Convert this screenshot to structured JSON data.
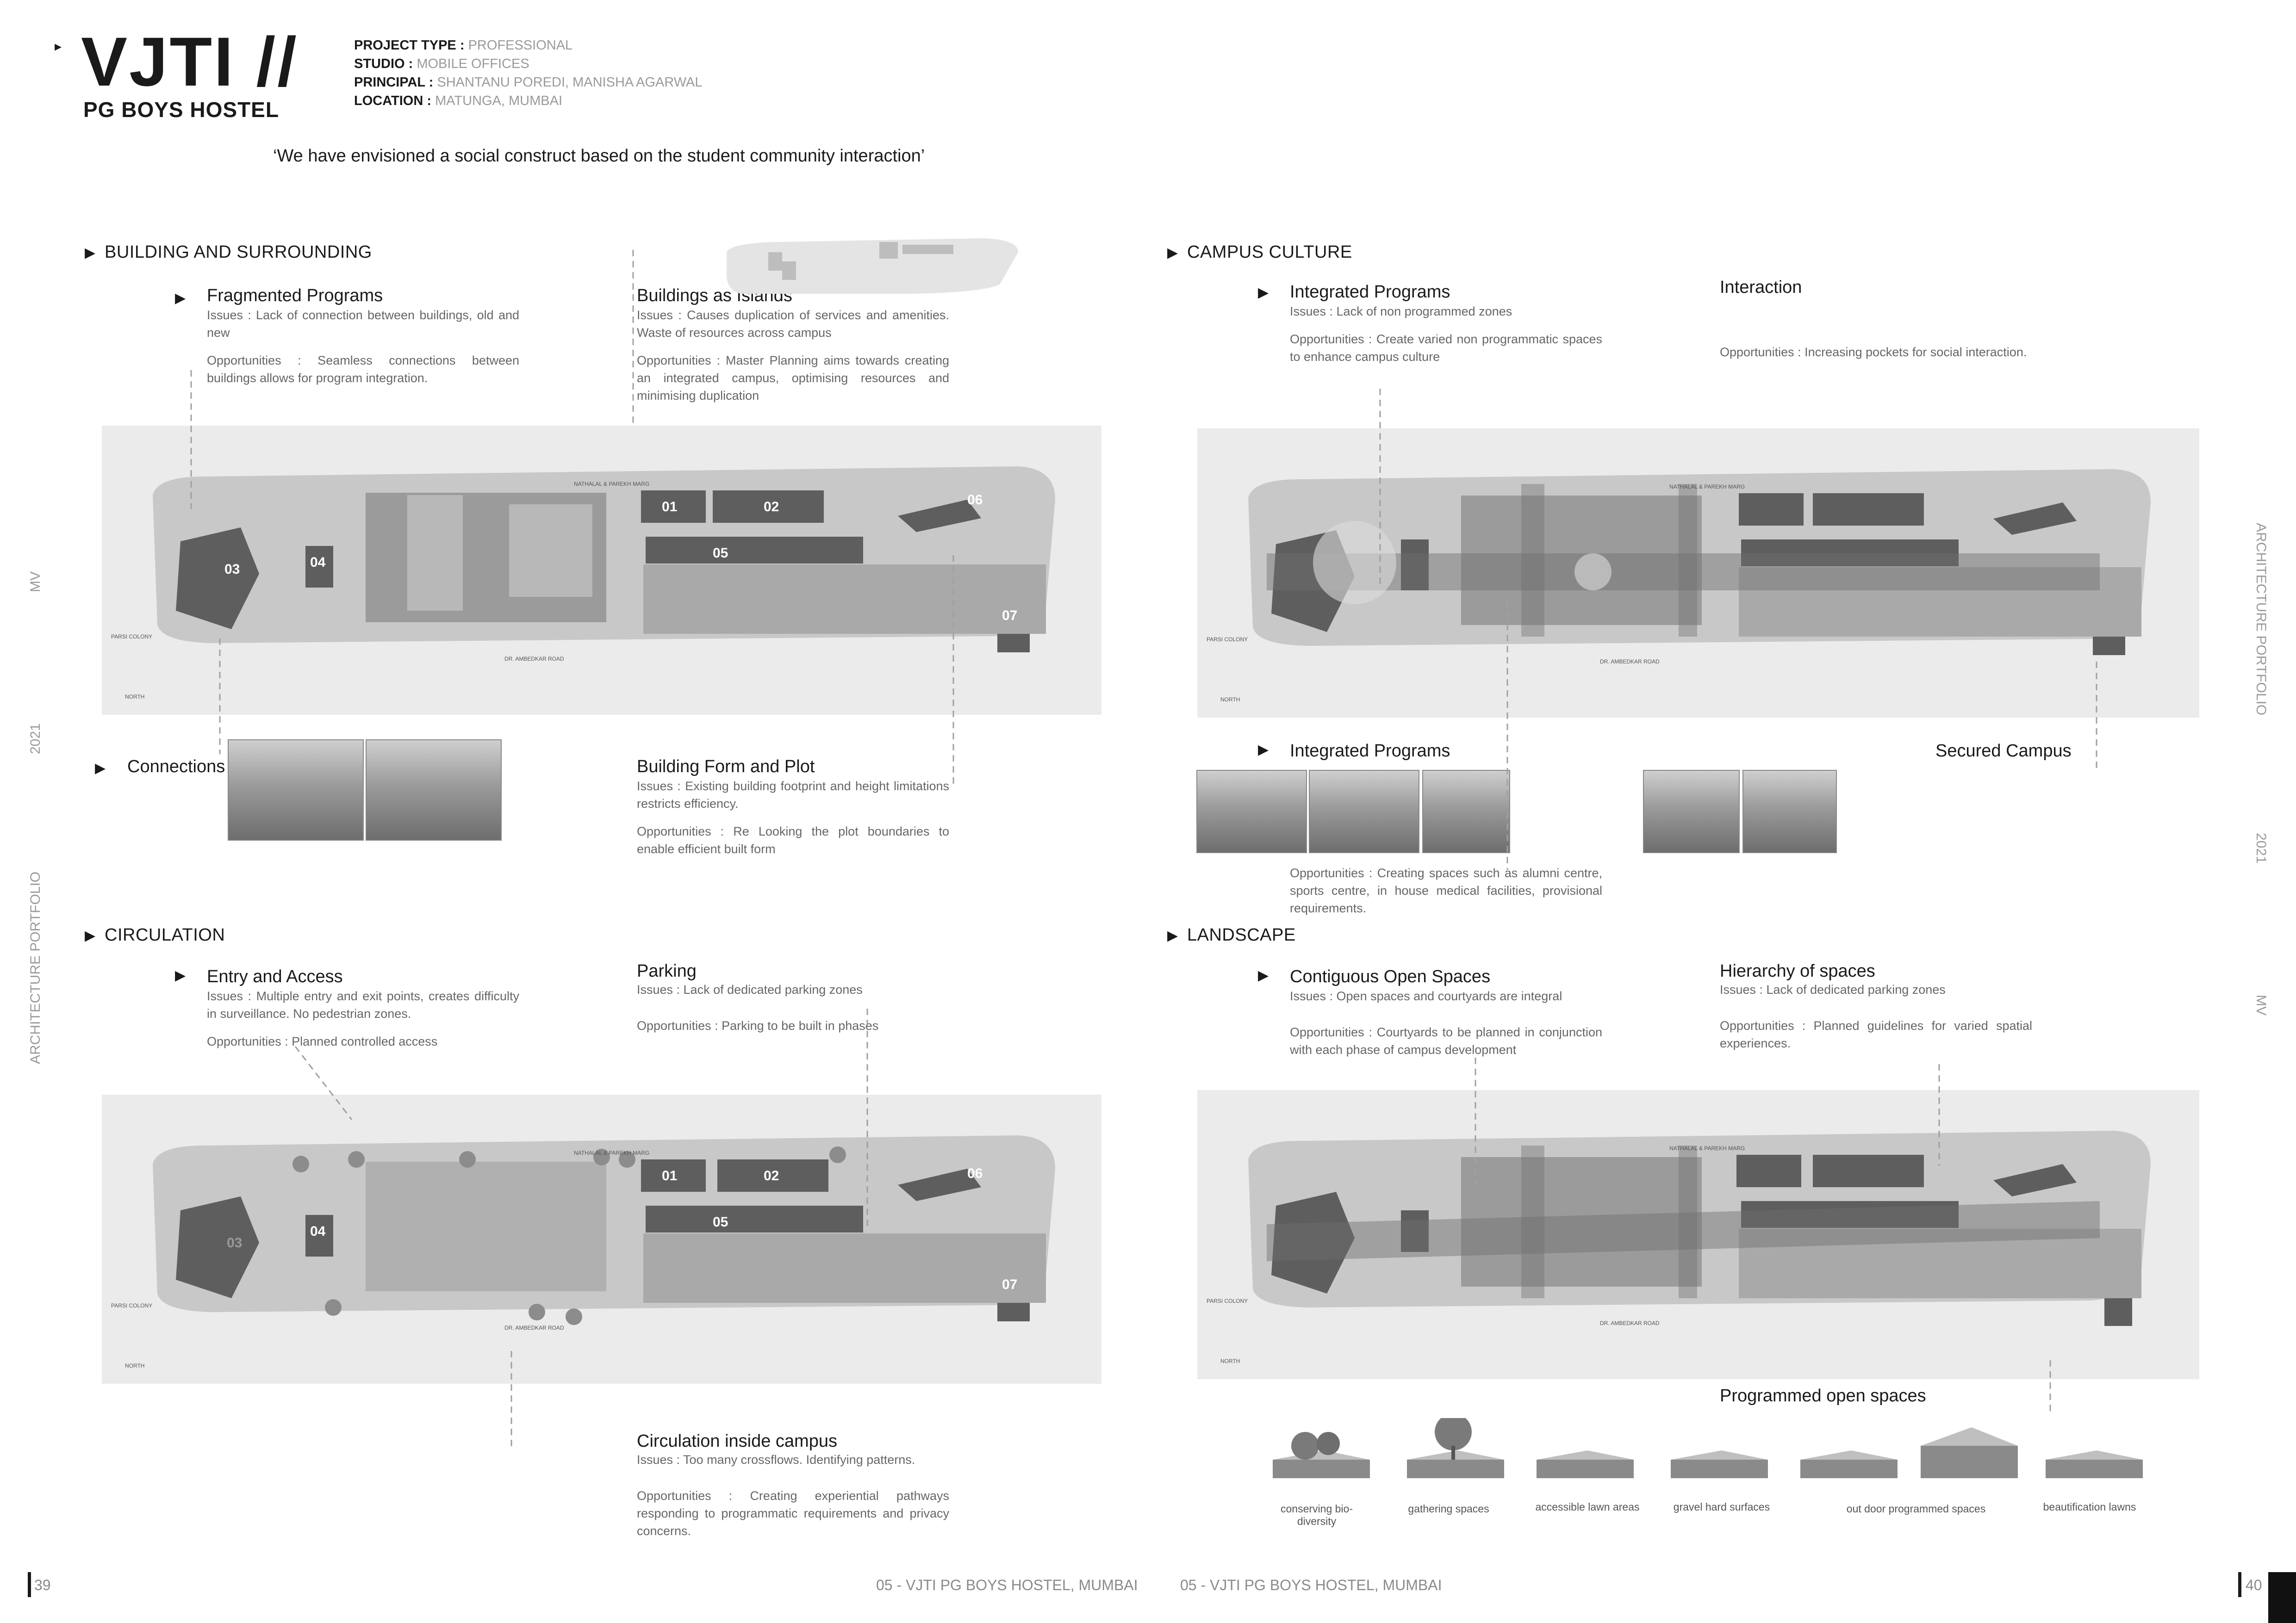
{
  "header": {
    "brand": "VJTI //",
    "subtitle": "PG BOYS HOSTEL",
    "meta": [
      {
        "label": "PROJECT TYPE :",
        "value": "PROFESSIONAL"
      },
      {
        "label": "STUDIO :",
        "value": "MOBILE OFFICES"
      },
      {
        "label": "PRINCIPAL :",
        "value": "SHANTANU POREDI, MANISHA AGARWAL"
      },
      {
        "label": "LOCATION :",
        "value": "MATUNGA, MUMBAI"
      }
    ],
    "quote": "‘We have envisioned a social construct based on the student community interaction’"
  },
  "side": {
    "left_initials": "MV",
    "left_year": "2021",
    "left_title": "ARCHITECTURE PORTFOLIO",
    "right_title": "ARCHITECTURE PORTFOLIO",
    "right_year": "2021",
    "right_initials": "MV"
  },
  "sections": {
    "building": {
      "title": "BUILDING AND SURROUNDING",
      "fragmented": {
        "title": "Fragmented Programs",
        "issues": "Issues : Lack of connection between buildings, old and new",
        "opportunities": "Opportunities : Seamless connections between buildings allows for program integration."
      },
      "islands": {
        "title": "Buildings as Islands",
        "issues": "Issues : Causes duplication of services and amenities. Waste of resources across campus",
        "opportunities": "Opportunities : Master Planning aims towards creating an integrated campus, optimising resources and minimising duplication"
      },
      "connections": {
        "title": "Connections"
      },
      "form": {
        "title": "Building Form and Plot",
        "issues": "Issues : Existing building footprint and height limitations restricts efficiency.",
        "opportunities": "Opportunities : Re Looking the plot boundaries to enable efficient built form"
      }
    },
    "campus": {
      "title": "CAMPUS CULTURE",
      "integrated": {
        "title": "Integrated Programs",
        "issues": "Issues : Lack of non programmed zones",
        "opportunities": "Opportunities : Create varied non programmatic spaces to enhance campus culture"
      },
      "interaction": {
        "title": "Interaction",
        "opportunities": "Opportunities : Increasing pockets for social interaction."
      },
      "integrated2": {
        "title": "Integrated Programs",
        "opportunities": "Opportunities : Creating spaces such as alumni centre, sports centre, in house medical facilities, provisional requirements."
      },
      "secured": {
        "title": "Secured Campus"
      }
    },
    "circulation": {
      "title": "CIRCULATION",
      "entry": {
        "title": "Entry and Access",
        "issues": "Issues : Multiple entry and exit points, creates difficulty in surveillance. No pedestrian zones.",
        "opportunities": "Opportunities : Planned controlled access"
      },
      "parking": {
        "title": "Parking",
        "issues": "Issues : Lack of dedicated parking zones",
        "opportunities": "Opportunities : Parking to be built in phases"
      },
      "inside": {
        "title": "Circulation inside campus",
        "issues": "Issues : Too many crossflows. Identifying patterns.",
        "opportunities": "Opportunities : Creating experiential pathways responding to programmatic requirements and privacy concerns."
      }
    },
    "landscape": {
      "title": "LANDSCAPE",
      "contiguous": {
        "title": "Contiguous Open Spaces",
        "issues": "Issues : Open spaces and courtyards are integral",
        "opportunities": "Opportunities : Courtyards to be planned in conjunction with each phase of campus development"
      },
      "hierarchy": {
        "title": "Hierarchy of spaces",
        "issues": "Issues : Lack of dedicated parking zones",
        "opportunities": "Opportunities : Planned guidelines for varied spatial experiences."
      },
      "programmed": {
        "title": "Programmed open spaces",
        "items": [
          "conserving bio-diversity",
          "gathering spaces",
          "accessible lawn areas",
          "gravel hard surfaces",
          "out door programmed spaces",
          "beautification lawns"
        ]
      }
    }
  },
  "plan": {
    "road_top": "NATHALAL & PAREKH MARG",
    "road_bottom": "DR. AMBEDKAR ROAD",
    "road_left": "PARSI COLONY",
    "north": "NORTH",
    "labels": [
      "01",
      "02",
      "03",
      "04",
      "05",
      "06",
      "07"
    ]
  },
  "footer": {
    "page_left": "39",
    "caption_left": "05 - VJTI PG BOYS HOSTEL, MUMBAI",
    "caption_right": "05 - VJTI PG BOYS HOSTEL, MUMBAI",
    "page_right": "40"
  },
  "colors": {
    "accent_text": "#9a9a9a",
    "body_text": "#666666",
    "plan_dark": "#5e5e5e",
    "plan_mid": "#a9a9a9"
  }
}
